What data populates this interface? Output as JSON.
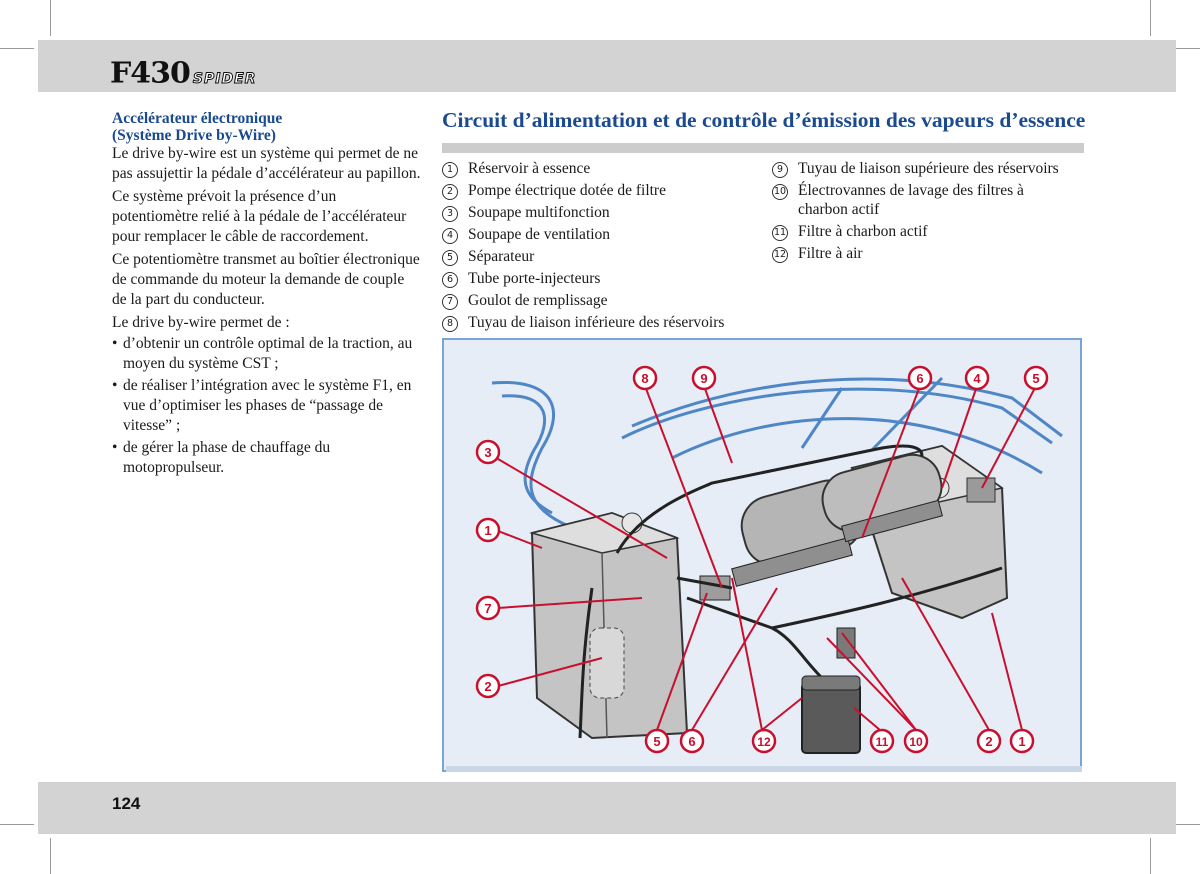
{
  "header": {
    "logo_main": "F430",
    "logo_sub": "SPIDER"
  },
  "footer": {
    "page_number": "124"
  },
  "left_column": {
    "heading_line1": "Accélérateur électronique",
    "heading_line2": "(Système Drive by-Wire)",
    "paragraphs": [
      "Le drive by-wire est un système qui permet de ne pas assujettir la pédale d’accélérateur au papillon.",
      "Ce système prévoit la présence d’un potentiomètre relié à la pédale de l’accélérateur pour remplacer le câble de raccordement.",
      "Ce potentiomètre transmet au boîtier électronique de commande du moteur la demande de couple de la part du conducteur.",
      "Le drive by-wire permet de :"
    ],
    "bullets": [
      "d’obtenir un contrôle optimal de la traction, au moyen du système CST ;",
      "de réaliser l’intégration avec le système F1, en vue d’optimiser les phases de “passage de vitesse” ;",
      "de gérer la phase de chauffage du motopropulseur."
    ],
    "bullet_symbol": "•"
  },
  "section": {
    "title": "Circuit d’alimentation et de contrôle d’émission des vapeurs d’essence",
    "legend_left": [
      {
        "num": "1",
        "text": "Réservoir à essence"
      },
      {
        "num": "2",
        "text": "Pompe électrique dotée de filtre"
      },
      {
        "num": "3",
        "text": "Soupape multifonction"
      },
      {
        "num": "4",
        "text": "Soupape de ventilation"
      },
      {
        "num": "5",
        "text": "Séparateur"
      },
      {
        "num": "6",
        "text": "Tube porte-injecteurs"
      },
      {
        "num": "7",
        "text": "Goulot de remplissage"
      },
      {
        "num": "8",
        "text": "Tuyau de liaison inférieure des réservoirs"
      }
    ],
    "legend_right": [
      {
        "num": "9",
        "text": "Tuyau de liaison supérieure des réservoirs"
      },
      {
        "num": "10",
        "text": "Électrovannes de lavage des filtres à charbon actif"
      },
      {
        "num": "11",
        "text": "Filtre à charbon actif"
      },
      {
        "num": "12",
        "text": "Filtre à air"
      }
    ]
  },
  "figure": {
    "callouts": [
      {
        "label": "8"
      },
      {
        "label": "9"
      },
      {
        "label": "6"
      },
      {
        "label": "4"
      },
      {
        "label": "5"
      },
      {
        "label": "3"
      },
      {
        "label": "1"
      },
      {
        "label": "7"
      },
      {
        "label": "2"
      },
      {
        "label": "5"
      },
      {
        "label": "6"
      },
      {
        "label": "12"
      },
      {
        "label": "11"
      },
      {
        "label": "10"
      },
      {
        "label": "2"
      },
      {
        "label": "1"
      }
    ],
    "colors": {
      "background": "#e6edf6",
      "border": "#7aa3d6",
      "callout": "#c8102e",
      "car_outline": "#4f86c6",
      "tank": "#b9b9b9"
    }
  }
}
